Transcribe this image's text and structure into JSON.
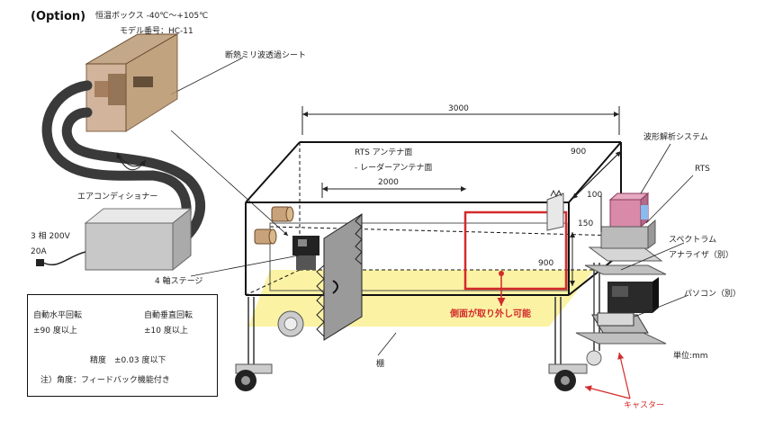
{
  "option_tag": "(Option)",
  "chamber": {
    "title": "恒温ボックス -40℃～+105℃",
    "model": "モデル番号：HC-11"
  },
  "labels": {
    "sheet": "断熱ミリ波透過シート",
    "aircon": "エアコンディショナー",
    "power_line1": "3 相 200V",
    "power_line2": "20A",
    "stage": "4 軸ステージ",
    "rts_antenna": "RTS アンテナ面",
    "radar_antenna": "- レーダーアンテナ面",
    "side_removable": "側面が取り外し可能",
    "shelf": "棚",
    "waveform_system": "波形解析システム",
    "rts": "RTS",
    "spectrum_line1": "スペクトラム",
    "spectrum_line2": "アナライザ（別）",
    "pc": "パソコン（別）",
    "unit": "単位:mm",
    "caster": "キャスター"
  },
  "dimensions": {
    "length": "3000",
    "inner": "2000",
    "depth": "900",
    "height": "900",
    "d100": "100",
    "d150": "150"
  },
  "spec_box": {
    "horizontal_label": "自動水平回転",
    "horizontal_range": "±90 度以上",
    "vertical_label": "自動垂直回転",
    "vertical_range": "±10 度以上",
    "precision": "精度　±0.03 度以下",
    "note": "注）角度：フィードバック機能付き"
  },
  "colors": {
    "highlight_red": "#d42a2a",
    "floor_yellow": "#fbf2a4",
    "chamber_brown": "#b08a6a",
    "rts_pink": "#d98aa8"
  }
}
